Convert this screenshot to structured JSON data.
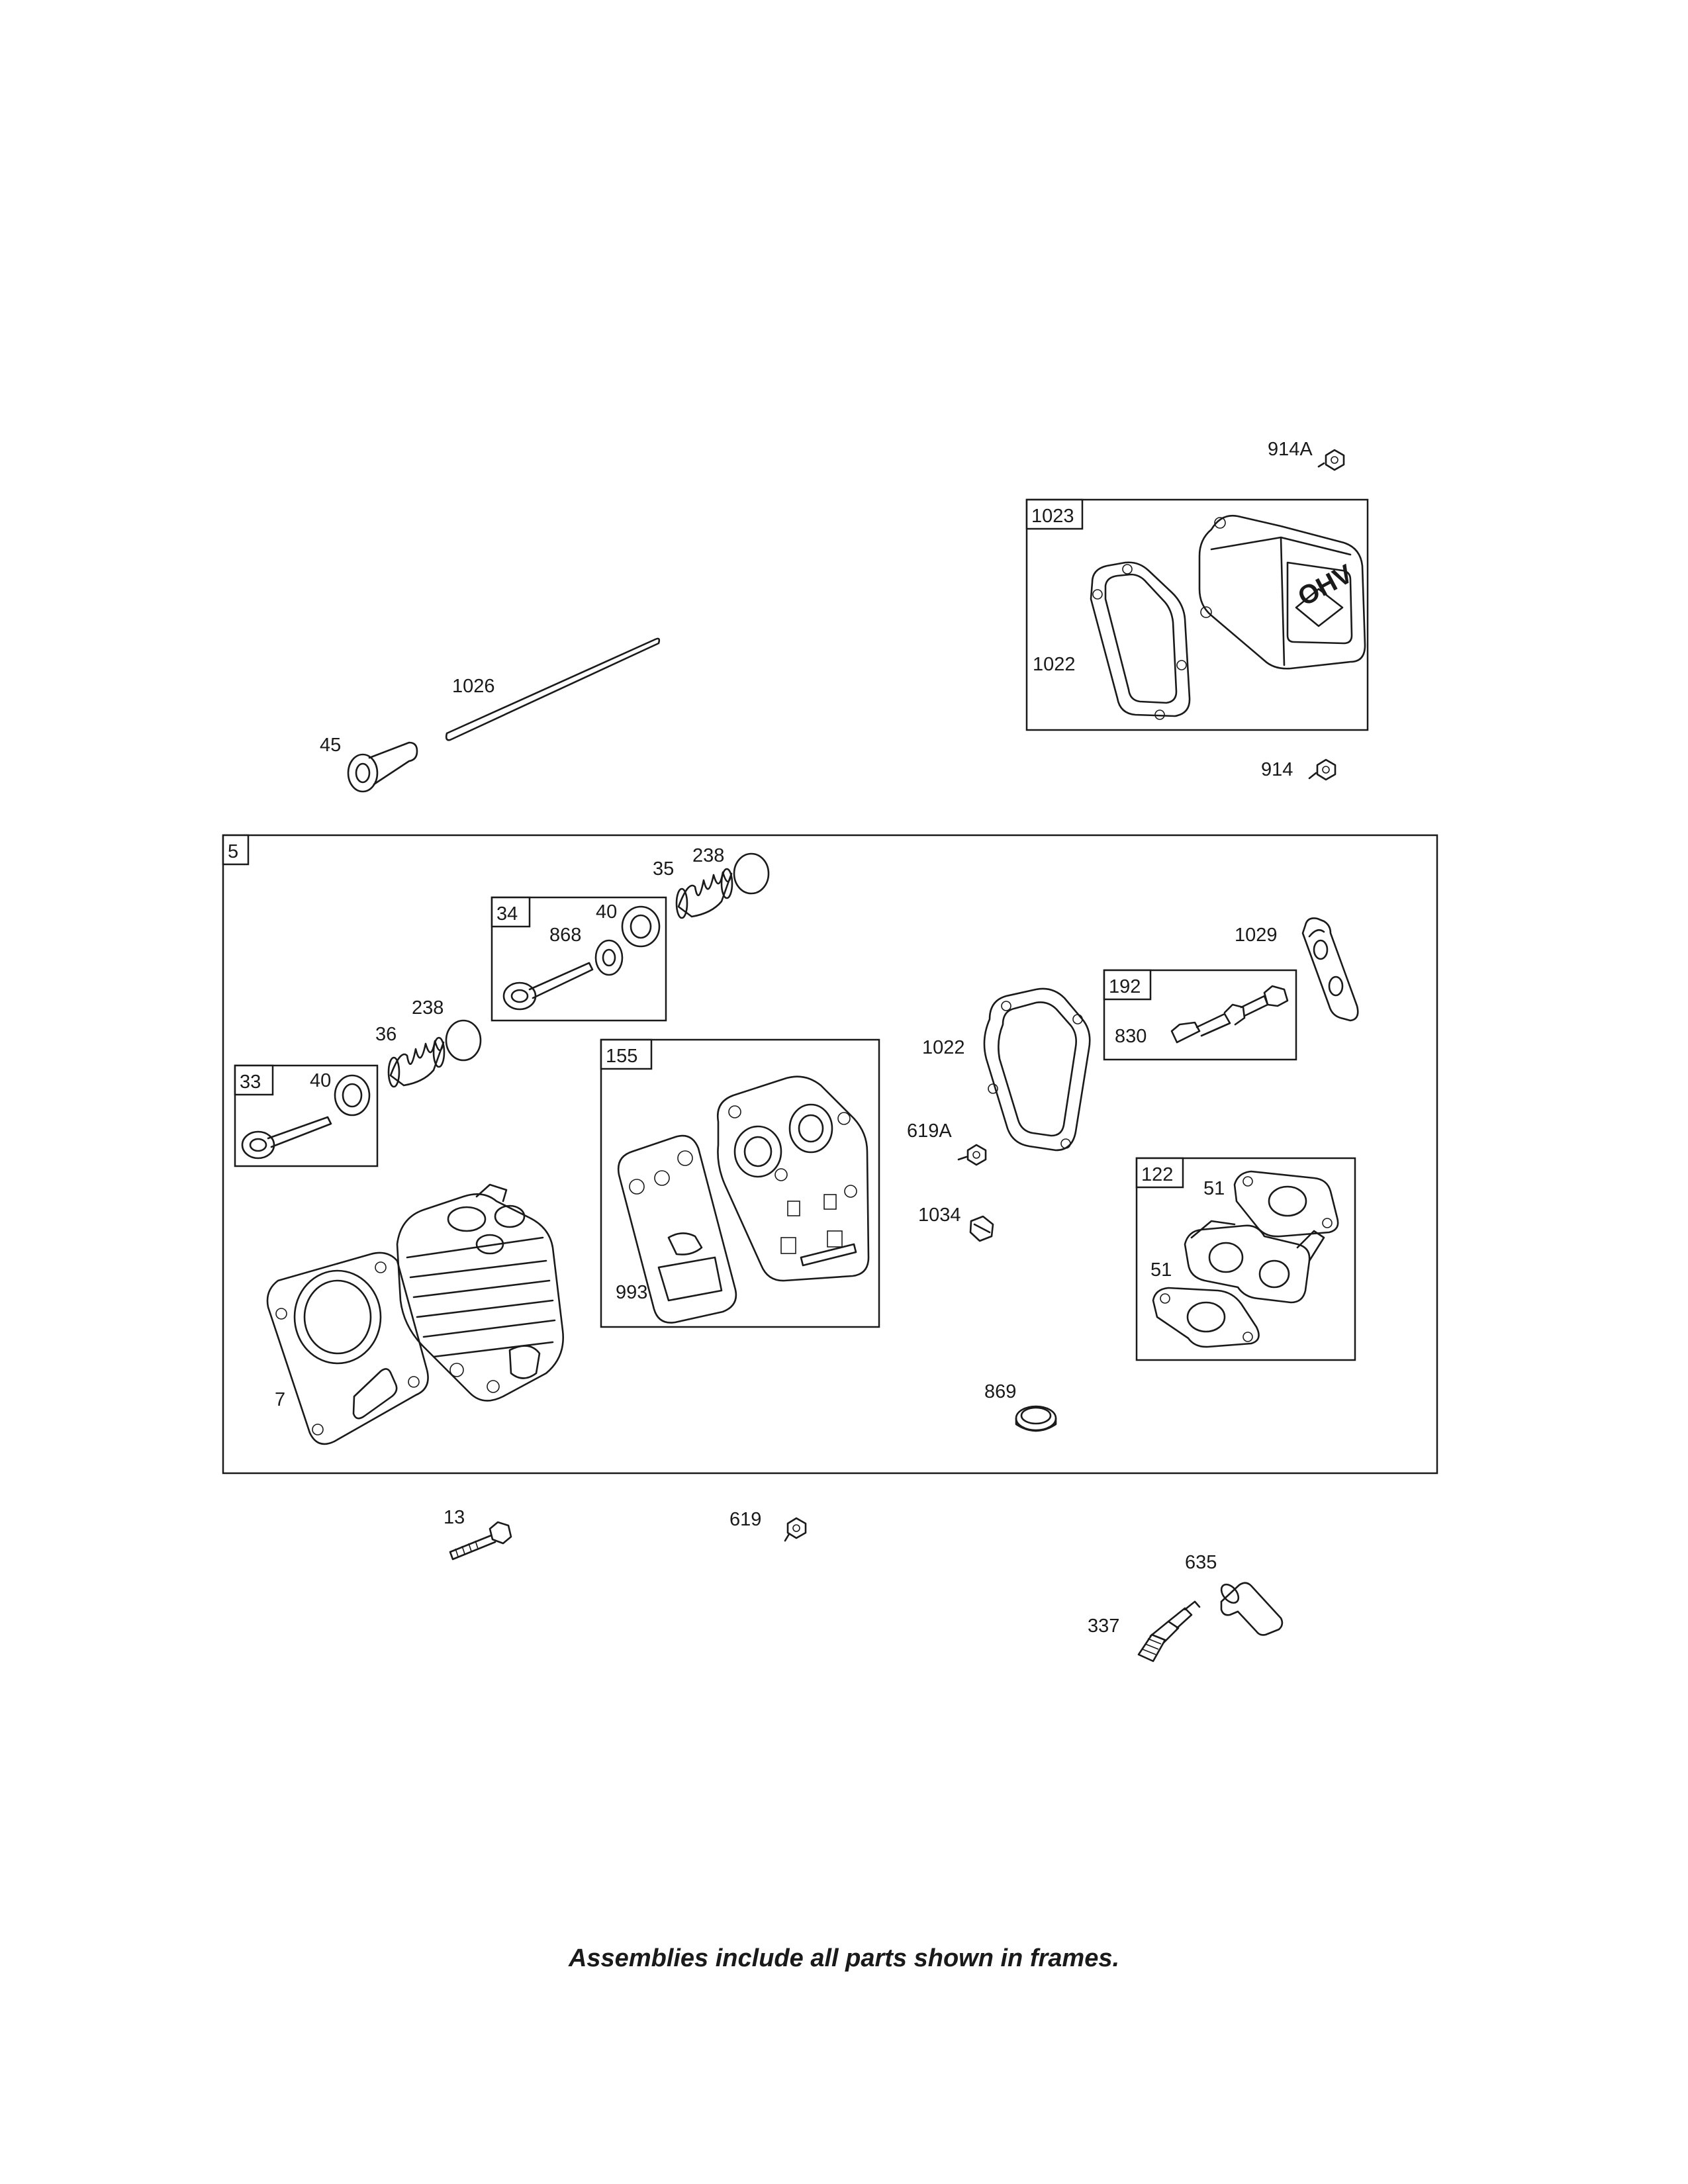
{
  "frames": {
    "main": "5",
    "rocker_cover": "1023",
    "exhaust_valve": "34",
    "intake_valve": "33",
    "gasket_set": "155",
    "rocker_stud": "192",
    "intake_manifold": "122"
  },
  "parts": {
    "p914a": "914A",
    "p1022_top": "1022",
    "p914": "914",
    "p1026": "1026",
    "p45": "45",
    "p35": "35",
    "p238_top": "238",
    "p868": "868",
    "p40_top": "40",
    "p238_mid": "238",
    "p36": "36",
    "p40_mid": "40",
    "p7": "7",
    "p993": "993",
    "p1022_mid": "1022",
    "p619a": "619A",
    "p1034": "1034",
    "p1029": "1029",
    "p830": "830",
    "p51_top": "51",
    "p51_bottom": "51",
    "p869": "869",
    "p13": "13",
    "p619": "619",
    "p635": "635",
    "p337": "337"
  },
  "cover_text": "OHV",
  "footnote": "Assemblies include all parts shown in frames."
}
